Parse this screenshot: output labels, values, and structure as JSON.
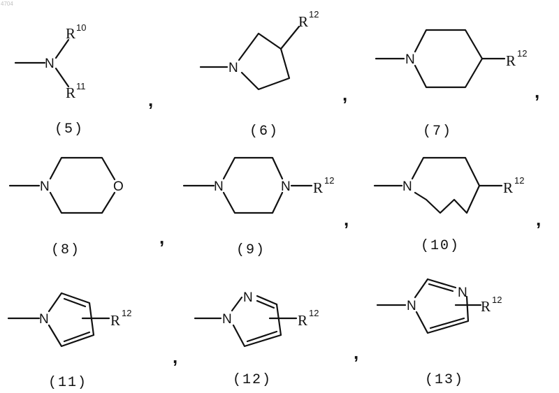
{
  "page_id": "4704",
  "structures": [
    {
      "label": "(5)",
      "subs": [
        "R10",
        "R11"
      ]
    },
    {
      "label": "(6)",
      "subs": [
        "R12"
      ]
    },
    {
      "label": "(7)",
      "subs": [
        "R12"
      ]
    },
    {
      "label": "(8)",
      "subs": []
    },
    {
      "label": "(9)",
      "subs": [
        "R12"
      ]
    },
    {
      "label": "(10)",
      "subs": [
        "R12"
      ]
    },
    {
      "label": "(11)",
      "subs": [
        "R12"
      ]
    },
    {
      "label": "(12)",
      "subs": [
        "R12"
      ]
    },
    {
      "label": "(13)",
      "subs": [
        "R12"
      ]
    }
  ],
  "atoms": {
    "N": "N",
    "O": "O",
    "R": "R"
  },
  "superscripts": {
    "r10": "10",
    "r11": "11",
    "r12": "12"
  },
  "separator": ","
}
